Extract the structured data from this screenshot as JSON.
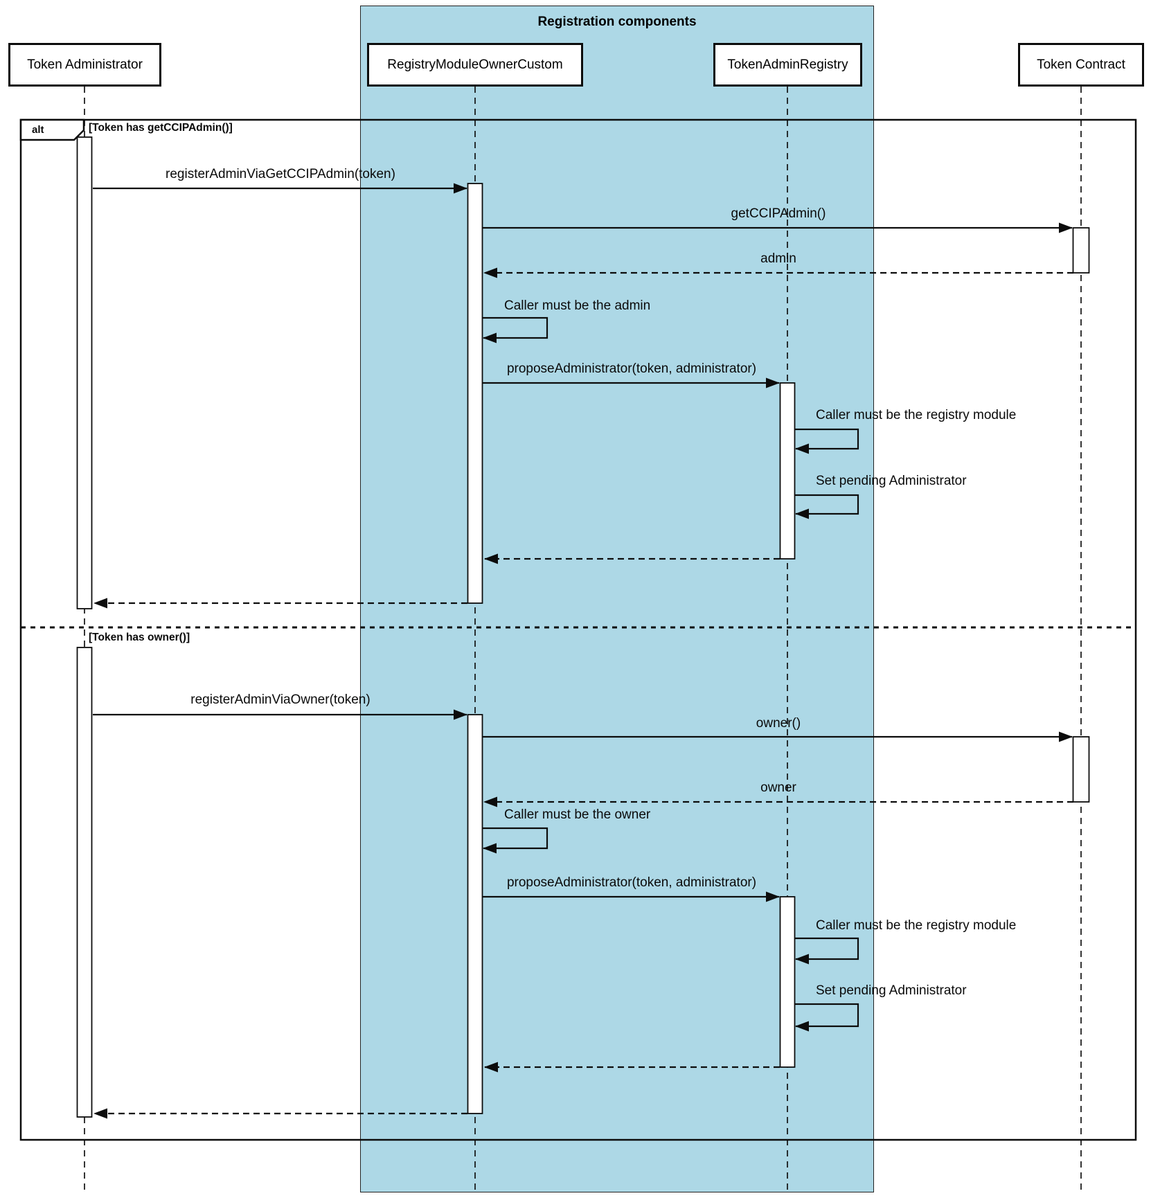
{
  "diagram": {
    "group_title": "Registration components",
    "alt_operator": "alt",
    "participants": {
      "token_administrator": "Token Administrator",
      "registry_module": "RegistryModuleOwnerCustom",
      "token_admin_registry": "TokenAdminRegistry",
      "token_contract": "Token Contract"
    },
    "section1": {
      "guard": "[Token has getCCIPAdmin()]",
      "register_call": "registerAdminViaGetCCIPAdmin(token)",
      "get_admin_call": "getCCIPAdmin()",
      "get_admin_return": "admin",
      "caller_check": "Caller must be the admin",
      "propose_call": "proposeAdministrator(token, administrator)",
      "registry_check": "Caller must be the registry module",
      "set_pending": "Set pending Administrator"
    },
    "section2": {
      "guard": "[Token has owner()]",
      "register_call": "registerAdminViaOwner(token)",
      "get_owner_call": "owner()",
      "get_owner_return": "owner",
      "caller_check": "Caller must be the owner",
      "propose_call": "proposeAdministrator(token, administrator)",
      "registry_check": "Caller must be the registry module",
      "set_pending": "Set pending Administrator"
    },
    "colors": {
      "group_fill": "#ADD8E6",
      "line": "#0C0C0C",
      "background": "#FFFFFF"
    }
  }
}
